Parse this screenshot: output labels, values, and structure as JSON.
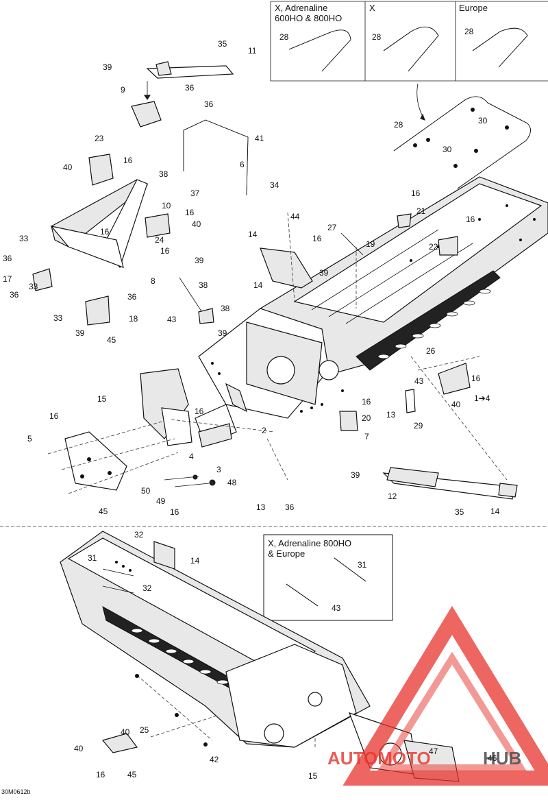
{
  "insets": {
    "box1_title": "X, Adrenaline 600HO & 800HO",
    "box1_line1": "X, Adrenaline",
    "box1_line2": "600HO & 800HO",
    "box2_title": "X",
    "box3_title": "Europe",
    "box4_line1": "X, Adrenaline 800HO",
    "box4_line2": "& Europe"
  },
  "drawing_code": "30M0612b",
  "watermark": {
    "brand_left": "AUTOMOTO",
    "brand_right": "HUB",
    "color": "#e8332c"
  },
  "callouts": [
    "28",
    "28",
    "28",
    "35",
    "11",
    "39",
    "36",
    "9",
    "36",
    "41",
    "6",
    "40",
    "23",
    "16",
    "38",
    "37",
    "34",
    "28",
    "30",
    "30",
    "10",
    "16",
    "40",
    "16",
    "24",
    "16",
    "16",
    "21",
    "16",
    "22",
    "44",
    "27",
    "16",
    "19",
    "14",
    "14",
    "39",
    "33",
    "39",
    "17",
    "36",
    "33",
    "36",
    "8",
    "38",
    "38",
    "43",
    "39",
    "36",
    "33",
    "18",
    "39",
    "45",
    "26",
    "43",
    "16",
    "40",
    "1➔4",
    "15",
    "16",
    "5",
    "16",
    "2",
    "4",
    "3",
    "48",
    "50",
    "49",
    "16",
    "45",
    "16",
    "20",
    "7",
    "13",
    "29",
    "13",
    "36",
    "39",
    "12",
    "35",
    "14",
    "32",
    "14",
    "31",
    "32",
    "31",
    "43",
    "40",
    "25",
    "40",
    "16",
    "45",
    "42",
    "15",
    "47",
    "46"
  ]
}
